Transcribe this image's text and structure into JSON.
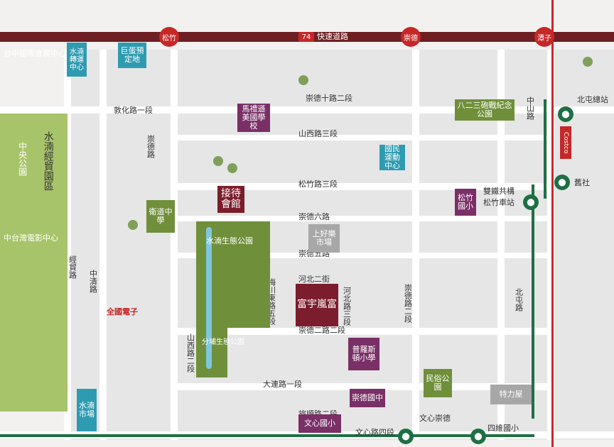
{
  "colors": {
    "background": "#f2f1ef",
    "road": "#ffffff",
    "block": "#e6e6e7",
    "park": "#a8c46a",
    "park_dark": "#6f8f3a",
    "purple": "#7a2f67",
    "teal": "#2e9bb1",
    "gray": "#a7a7a7",
    "maroon": "#7b1d2c",
    "freeway": "#6f1f24",
    "rail_red": "#c62828",
    "rail_green": "#1f6f45",
    "river": "#7fc7de"
  },
  "freeway": {
    "name": "快速道路",
    "shield": "74",
    "interchanges": [
      {
        "name": "松竹"
      },
      {
        "name": "崇德"
      },
      {
        "name": "潭子"
      }
    ]
  },
  "roads": {
    "dunhua": "敦化路一段",
    "chongde4": "崇德十路二段",
    "shanxi3": "山西路三段",
    "songzhu3": "松竹路三段",
    "chongde6": "崇德六路",
    "chongde5": "崇德五路",
    "henan2": "河北二街",
    "chongde2": "崇德二路二段",
    "dalian": "大連路一段",
    "wenxin": "文心路四段",
    "lvshun": "旅順路二段",
    "zhongqing": "中清路",
    "jingmao": "經貿路",
    "chongde": "崇德路",
    "meichuan": "梅川東路五段",
    "henan3": "河北路三段",
    "shanxi2": "山西路二段",
    "beitun": "北屯路",
    "zhongshan": "中山路",
    "chongde_road2": "崇德路二段"
  },
  "areas": {
    "shuinan_trade": "水湳經貿園區",
    "central_park": "中央公園",
    "exhibition": "台中國際會展中心",
    "film_center": "中台灣電影中心",
    "ecopark": "水湳生態公園",
    "fenyuan_park": "分埔生態公園",
    "bayi_park": "八二三砲戰紀念公園",
    "gym": "國民運動中心",
    "jiedai": "接待會館",
    "project": "富宇嵐富",
    "huanjing": "馬禮遜美國學校",
    "weidao": "衛道中學",
    "chongde_mid": "崇德國中",
    "wenxin_elem": "文心國小",
    "minsu_park": "民俗公園",
    "putian": "普羅斯頓小學",
    "songzhu_elem": "松竹國小",
    "shuinan_center": "水湳轉運中心",
    "juju": "巨蛋預定地",
    "jinhua_market": "水湳市場",
    "special": "特力屋",
    "ikea": "上好樂市場"
  },
  "stations": {
    "beitun": "北屯總站",
    "jiuhe": "舊社",
    "songzhu": "松竹車站",
    "chongde": "文心崇德",
    "sisi": "四維國小",
    "shuangtie": "雙鐵共構"
  },
  "legend": {
    "quan_guo": "全國電子",
    "costco": "Costco"
  }
}
